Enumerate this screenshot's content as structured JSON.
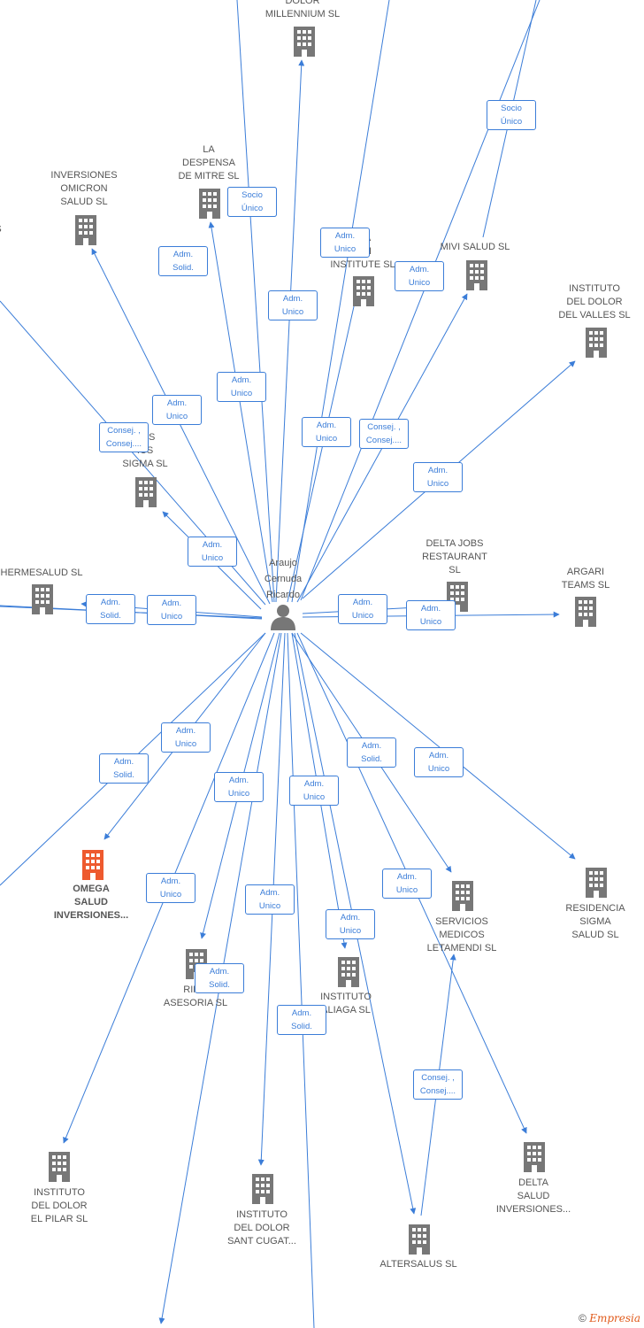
{
  "colors": {
    "edge": "#3b7dd8",
    "building": "#777777",
    "focus": "#ee5a2f"
  },
  "person": {
    "name": "Araujo\nCernuda\nRicardo",
    "icon": "person-icon"
  },
  "companies": [
    {
      "name": "DOLOR\nMILLENNIUM  SL",
      "icon": "building-icon"
    },
    {
      "name": "LA\nDESPENSA\nDE MITRE  SL",
      "icon": "building-icon"
    },
    {
      "name": "INVERSIONES\nOMICRON\nSALUD  SL",
      "icon": "building-icon"
    },
    {
      "name": "S",
      "icon": "building-icon"
    },
    {
      "name": "LTA\nLTH\nINSTITUTE  SL",
      "icon": "building-icon"
    },
    {
      "name": "MIVI SALUD  SL",
      "icon": "building-icon"
    },
    {
      "name": "INSTITUTO\nDEL DOLOR\nDEL VALLES  SL",
      "icon": "building-icon"
    },
    {
      "name": "RES\nICS\nSIGMA SL",
      "icon": "building-icon"
    },
    {
      "name": "HERMESALUD SL",
      "icon": "building-icon"
    },
    {
      "name": "DELTA JOBS\nRESTAURANT\nSL",
      "icon": "building-icon"
    },
    {
      "name": "ARGARI\nTEAMS  SL",
      "icon": "building-icon"
    },
    {
      "name": "OMEGA\nSALUD\nINVERSIONES...",
      "icon": "building-icon"
    },
    {
      "name": "RESIDENCIA\nSIGMA\nSALUD SL",
      "icon": "building-icon"
    },
    {
      "name": "SERVICIOS\nMEDICOS\nLETAMENDI SL",
      "icon": "building-icon"
    },
    {
      "name": "RIMA\nASESORIA  SL",
      "icon": "building-icon"
    },
    {
      "name": "INSTITUTO\nALIAGA  SL",
      "icon": "building-icon"
    },
    {
      "name": "INSTITUTO\nDEL DOLOR\nEL PILAR  SL",
      "icon": "building-icon"
    },
    {
      "name": "INSTITUTO\nDEL DOLOR\nSANT CUGAT...",
      "icon": "building-icon"
    },
    {
      "name": "DELTA\nSALUD\nINVERSIONES...",
      "icon": "building-icon"
    },
    {
      "name": "ALTERSALUS SL",
      "icon": "building-icon"
    }
  ],
  "relations": [
    {
      "lines": [
        "Adm.",
        "Unico"
      ]
    },
    {
      "lines": [
        "Adm.",
        "Solid."
      ]
    },
    {
      "lines": [
        "Adm.",
        "Unico"
      ]
    },
    {
      "lines": [
        "Adm.",
        "Unico"
      ]
    },
    {
      "lines": [
        "Adm.",
        "Unico"
      ]
    },
    {
      "lines": [
        "Socio",
        "Único"
      ]
    },
    {
      "lines": [
        "Adm.",
        "Unico"
      ]
    },
    {
      "lines": [
        "Adm.",
        "Unico"
      ]
    },
    {
      "lines": [
        "Adm.",
        "Unico"
      ]
    },
    {
      "lines": [
        "Consej. ,",
        "Consej...."
      ]
    },
    {
      "lines": [
        "Adm.",
        "Unico"
      ]
    },
    {
      "lines": [
        "Consej. ,",
        "Consej...."
      ]
    },
    {
      "lines": [
        "Adm.",
        "Unico"
      ]
    },
    {
      "lines": [
        "Adm.",
        "Unico"
      ]
    },
    {
      "lines": [
        "Adm.",
        "Solid."
      ]
    },
    {
      "lines": [
        "Adm.",
        "Solid."
      ]
    },
    {
      "lines": [
        "Adm.",
        "Unico"
      ]
    },
    {
      "lines": [
        "Adm.",
        "Unico"
      ]
    },
    {
      "lines": [
        "Adm.",
        "Unico"
      ]
    },
    {
      "lines": [
        "Adm.",
        "Unico"
      ]
    },
    {
      "lines": [
        "Adm.",
        "Solid."
      ]
    },
    {
      "lines": [
        "Adm.",
        "Unico"
      ]
    },
    {
      "lines": [
        "Adm.",
        "Unico"
      ]
    },
    {
      "lines": [
        "Adm.",
        "Unico"
      ]
    },
    {
      "lines": [
        "Adm.",
        "Unico"
      ]
    },
    {
      "lines": [
        "Adm.",
        "Unico"
      ]
    },
    {
      "lines": [
        "Adm.",
        "Solid."
      ]
    },
    {
      "lines": [
        "Adm.",
        "Unico"
      ]
    },
    {
      "lines": [
        "Adm.",
        "Solid."
      ]
    },
    {
      "lines": [
        "Consej. ,",
        "Consej...."
      ]
    },
    {
      "lines": [
        "Socio",
        "Único"
      ]
    }
  ],
  "brand": {
    "copyright": "©",
    "name": "Empresia"
  }
}
